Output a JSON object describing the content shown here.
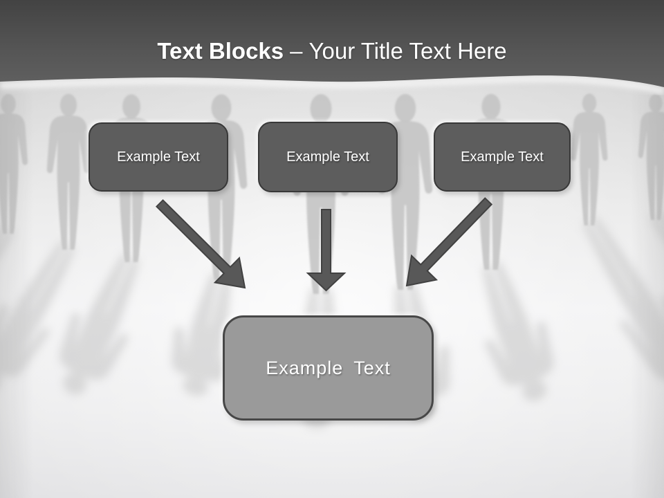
{
  "slide": {
    "header": {
      "title_bold": "Text Blocks",
      "title_separator": "–",
      "title_regular": "Your Title Text Here"
    },
    "source_blocks": [
      {
        "label": "Example Text"
      },
      {
        "label": "Example Text"
      },
      {
        "label": "Example Text"
      }
    ],
    "result_block": {
      "label": "Example Text"
    },
    "icons": {
      "left_arrow": "arrow-down-right-icon",
      "middle_arrow": "arrow-down-icon",
      "right_arrow": "arrow-down-left-icon"
    },
    "colors": {
      "header_band": "#525252",
      "title_text": "#ffffff",
      "block_fill": "#5d5d5d",
      "block_border": "#383838",
      "block_text": "#ffffff",
      "result_fill": "#9a9a9a",
      "result_border": "#474747",
      "arrow_fill": "#585858",
      "background_light": "#ececec",
      "silhouette": "#c7c7c7"
    }
  }
}
